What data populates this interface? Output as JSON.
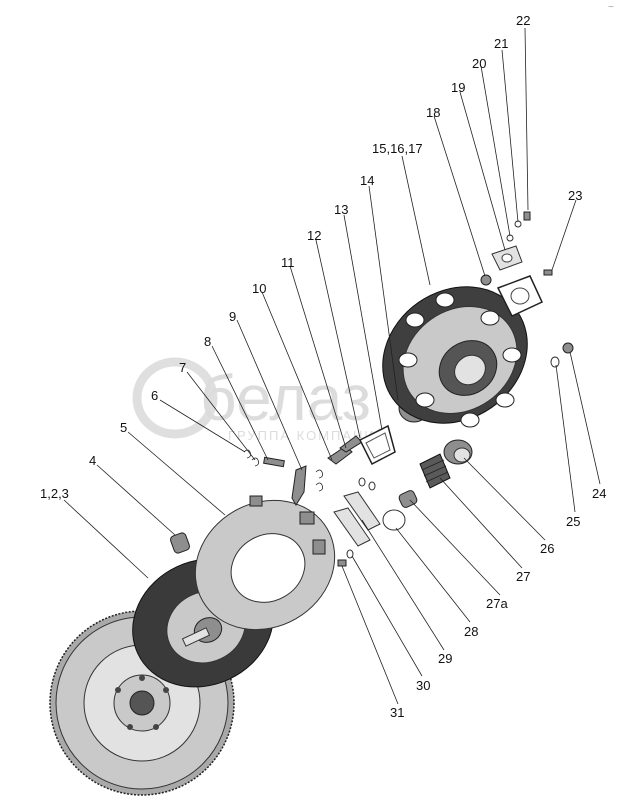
{
  "watermark": {
    "brand": "белаз",
    "tagline": "ГРУППА КОМПАНИЙ",
    "corner_mark": "~"
  },
  "parts": [
    {
      "id": "p22",
      "label": "22"
    },
    {
      "id": "p21",
      "label": "21"
    },
    {
      "id": "p20",
      "label": "20"
    },
    {
      "id": "p19",
      "label": "19"
    },
    {
      "id": "p18",
      "label": "18"
    },
    {
      "id": "p15-17",
      "label": "15,16,17"
    },
    {
      "id": "p14",
      "label": "14"
    },
    {
      "id": "p13",
      "label": "13"
    },
    {
      "id": "p23",
      "label": "23"
    },
    {
      "id": "p12",
      "label": "12"
    },
    {
      "id": "p11",
      "label": "11"
    },
    {
      "id": "p10",
      "label": "10"
    },
    {
      "id": "p9",
      "label": "9"
    },
    {
      "id": "p8",
      "label": "8"
    },
    {
      "id": "p7",
      "label": "7"
    },
    {
      "id": "p6",
      "label": "6"
    },
    {
      "id": "p5",
      "label": "5"
    },
    {
      "id": "p4",
      "label": "4"
    },
    {
      "id": "p1-3",
      "label": "1,2,3"
    },
    {
      "id": "p24",
      "label": "24"
    },
    {
      "id": "p25",
      "label": "25"
    },
    {
      "id": "p26",
      "label": "26"
    },
    {
      "id": "p27",
      "label": "27"
    },
    {
      "id": "p27a",
      "label": "27а"
    },
    {
      "id": "p28",
      "label": "28"
    },
    {
      "id": "p29",
      "label": "29"
    },
    {
      "id": "p30",
      "label": "30"
    },
    {
      "id": "p31",
      "label": "31"
    }
  ]
}
